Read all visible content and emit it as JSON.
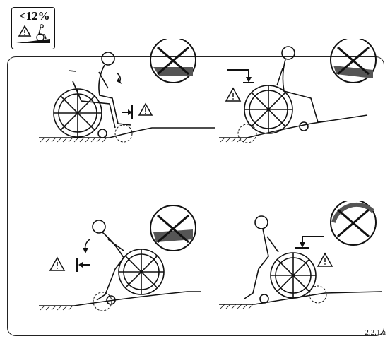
{
  "badge": {
    "max_slope": "<12%",
    "icon": "warning-ramp-icon"
  },
  "figure_reference": "2.2.1.a",
  "panels": [
    {
      "id": "ascend-incorrect",
      "detail": "crossed-out-circle",
      "warning": "warning-icon"
    },
    {
      "id": "ascend-correct",
      "detail": "crossed-out-circle",
      "warning": "warning-icon"
    },
    {
      "id": "descend-incorrect",
      "detail": "crossed-out-circle",
      "warning": "warning-icon"
    },
    {
      "id": "descend-correct",
      "detail": "crossed-out-circle",
      "warning": "warning-icon"
    }
  ],
  "colors": {
    "ink": "#111111",
    "background": "#ffffff"
  }
}
